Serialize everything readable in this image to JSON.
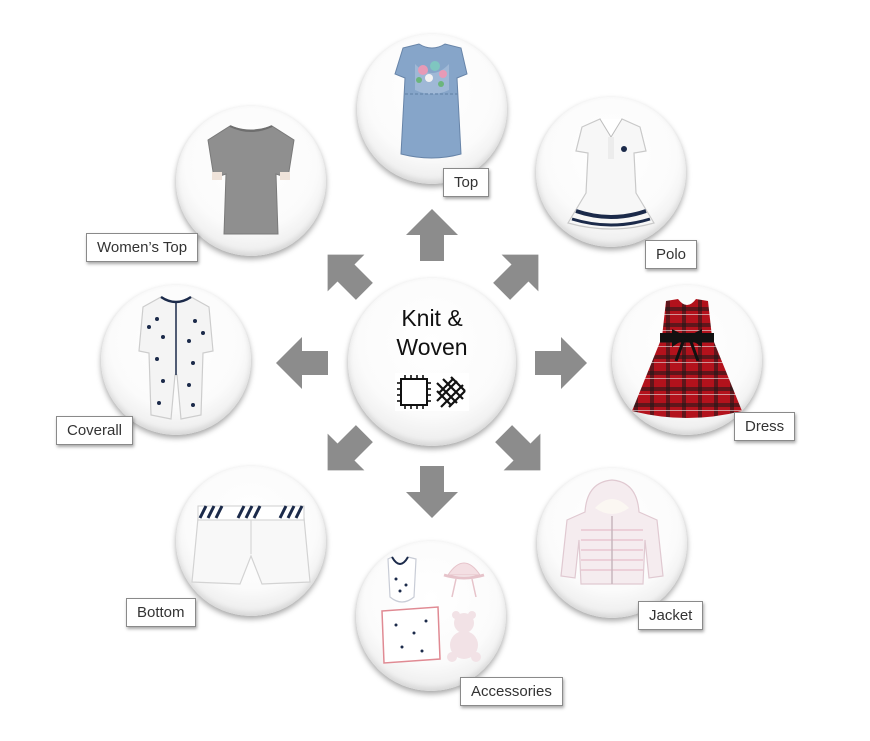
{
  "center": {
    "title_line1": "Knit &",
    "title_line2": "Woven",
    "icon": "knit-woven-icon"
  },
  "categories": [
    {
      "key": "top",
      "label": "Top",
      "icon": "baby-top-icon"
    },
    {
      "key": "polo",
      "label": "Polo",
      "icon": "polo-dress-icon"
    },
    {
      "key": "dress",
      "label": "Dress",
      "icon": "plaid-dress-icon"
    },
    {
      "key": "jacket",
      "label": "Jacket",
      "icon": "hooded-jacket-icon"
    },
    {
      "key": "accessories",
      "label": "Accessories",
      "icon": "baby-accessories-icon"
    },
    {
      "key": "bottom",
      "label": "Bottom",
      "icon": "shorts-icon"
    },
    {
      "key": "coverall",
      "label": "Coverall",
      "icon": "coverall-icon"
    },
    {
      "key": "womens_top",
      "label": "Women’s Top",
      "icon": "womens-tee-icon"
    }
  ],
  "colors": {
    "arrow": "#8c8c8c",
    "label_border": "#8a8a8a",
    "dress_red": "#b3121c",
    "chambray": "#7f9fc4"
  }
}
